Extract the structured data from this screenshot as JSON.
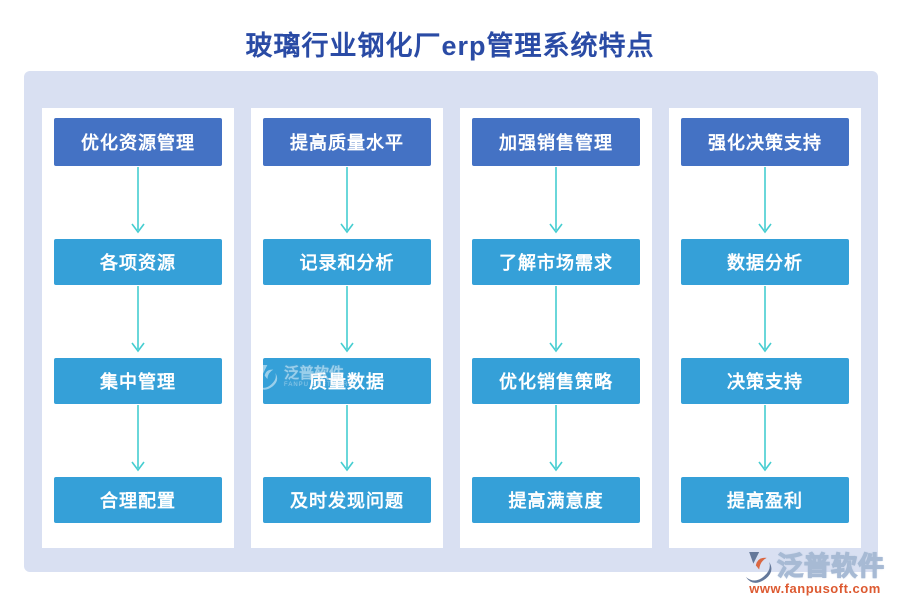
{
  "title": "玻璃行业钢化厂erp管理系统特点",
  "colors": {
    "page_bg": "#ffffff",
    "panel_bg": "#d9e0f2",
    "column_bg": "#ffffff",
    "header_box": "#4472c4",
    "step_box": "#35a0d8",
    "arrow": "#45cdd0",
    "title_text": "#2a4ba5",
    "box_text": "#ffffff",
    "logo_url_text": "#dd5a31"
  },
  "columns": [
    {
      "header": "优化资源管理",
      "steps": [
        "各项资源",
        "集中管理",
        "合理配置"
      ]
    },
    {
      "header": "提高质量水平",
      "steps": [
        "记录和分析",
        "质量数据",
        "及时发现问题"
      ]
    },
    {
      "header": "加强销售管理",
      "steps": [
        "了解市场需求",
        "优化销售策略",
        "提高满意度"
      ]
    },
    {
      "header": "强化决策支持",
      "steps": [
        "数据分析",
        "决策支持",
        "提高盈利"
      ]
    }
  ],
  "watermark": {
    "name": "泛普软件",
    "subtext": "FANPU SOFTWARE"
  },
  "footer_logo": {
    "name": "泛普软件",
    "url": "www.fanpusoft.com"
  }
}
